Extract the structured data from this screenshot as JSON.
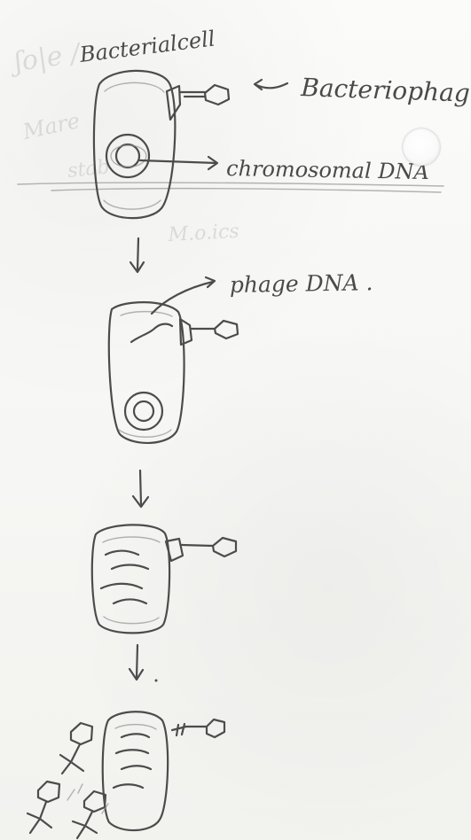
{
  "labels": {
    "bacterial_cell": "Bacterialcell",
    "bacteriophage": "Bacteriophag",
    "chromosomal_dna": "chromosomal DNA",
    "phage_dna": "phage DNA ."
  },
  "colors": {
    "paper": "#f7f7f5",
    "pencil": "#4c4c4c",
    "ghost_text": "#7f7f7f"
  }
}
